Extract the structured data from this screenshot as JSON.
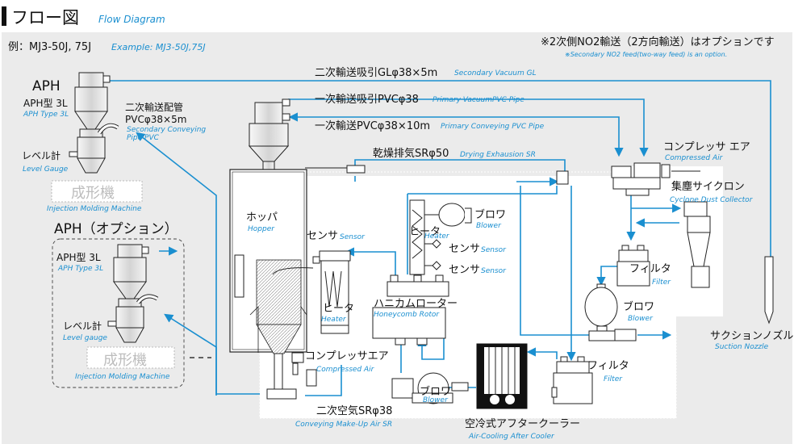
{
  "header": {
    "title_jp": "フロー図",
    "title_en": "Flow Diagram",
    "example_jp": "例：MJ3-50J, 75J",
    "example_en": "Example: MJ3-50J,75J",
    "option_note_jp": "※2次側NO2輸送（2方向輸送）はオプションです",
    "option_note_en": "※Secondary NO2 feed(two-way feed) is an option."
  },
  "labels": {
    "aph_title": "APH",
    "aph_type_jp": "APH型 3L",
    "aph_type_en": "APH Type 3L",
    "secondary_pipe_jp": "二次輸送配管",
    "secondary_pipe_spec": "PVCφ38×5m",
    "secondary_pipe_en1": "Secondary Conveying",
    "secondary_pipe_en2": "Pipe PVC",
    "level_gauge_jp": "レベル計",
    "level_gauge_en": "Level Gauge",
    "molding_jp": "成形機",
    "molding_en": "Injection Molding Machine",
    "aph_option_title": "APH（オプション）",
    "aph_option_type_jp": "APH型 3L",
    "aph_option_type_en": "APH Type 3L",
    "level_gauge2_jp": "レベル計",
    "level_gauge2_en": "Level gauge",
    "molding2_jp": "成形機",
    "molding2_en": "Injection Molding Machine",
    "sec_vacuum_jp": "二次輸送吸引GLφ38×5m",
    "sec_vacuum_en": "Secondary Vacuum GL",
    "pri_vacuum_jp": "一次輸送吸引PVCφ38",
    "pri_vacuum_en": "Primary VacuumPVC Pipe",
    "pri_convey_jp": "一次輸送PVCφ38×10m",
    "pri_convey_en": "Primary Conveying PVC Pipe",
    "dry_exhaust_jp": "乾燥排気SRφ50",
    "dry_exhaust_en": "Drying Exhausion SR",
    "compressed_air_jp": "コンプレッサ エア",
    "compressed_air_en": "Compressed Air",
    "cyclone_jp": "集塵サイクロン",
    "cyclone_en": "Cyclone Dust Collector",
    "hopper_jp": "ホッパ",
    "hopper_en": "Hopper",
    "sensor1_jp": "センサ",
    "sensor1_en": "Sensor",
    "blower1_jp": "ブロワ",
    "blower1_en": "Blower",
    "heater1_jp": "ヒータ",
    "heater1_en": "Heater",
    "sensor2_jp": "センサ",
    "sensor2_en": "Sensor",
    "sensor3_jp": "センサ",
    "sensor3_en": "Sensor",
    "filter1_jp": "フィルタ",
    "filter1_en": "Filter",
    "heater2_jp": "ヒータ",
    "heater2_en": "Heater",
    "honeycomb_jp": "ハニカムローター",
    "honeycomb_en": "Honeycomb Rotor",
    "blower2_jp": "ブロワ",
    "blower2_en": "Blower",
    "suction_nozzle_jp": "サクションノズル",
    "suction_nozzle_en": "Suction Nozzle",
    "compressed_air2_jp": "コンプレッサエア",
    "compressed_air2_en": "Compressed Air",
    "filter2_jp": "フィルタ",
    "filter2_en": "Filter",
    "makeup_air_jp": "二次空気SRφ38",
    "makeup_air_en": "Conveying Make-Up Air SR",
    "blower3_jp": "ブロワ",
    "blower3_en": "Blower",
    "after_cooler_jp": "空冷式アフタークーラー",
    "after_cooler_en": "Air-Cooling After Cooler"
  },
  "colors": {
    "flow_line": "#1a8fd0",
    "panel": "#ebebeb",
    "outline": "#222222"
  }
}
